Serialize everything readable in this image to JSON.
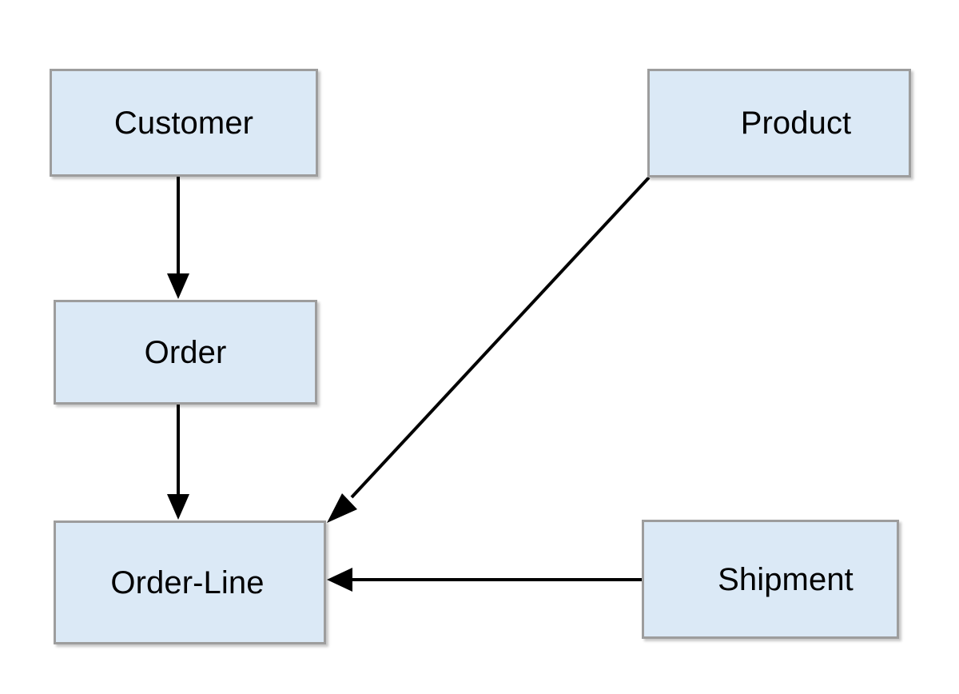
{
  "diagram": {
    "type": "entity-relationship-flow",
    "background_color": "#ffffff",
    "node_fill_color": "#dbe9f6",
    "node_border_color": "#9d9d9d",
    "edge_color": "#000000",
    "text_color": "#000000",
    "nodes": [
      {
        "id": "customer",
        "label": "Customer"
      },
      {
        "id": "order",
        "label": "Order"
      },
      {
        "id": "orderline",
        "label": "Order-Line"
      },
      {
        "id": "product",
        "label": "Product"
      },
      {
        "id": "shipment",
        "label": "Shipment"
      }
    ],
    "edges": [
      {
        "id": "customer-to-order",
        "from": "Customer",
        "to": "Order",
        "style": "straight-vertical",
        "arrowhead": "filled-triangle"
      },
      {
        "id": "order-to-orderline",
        "from": "Order",
        "to": "Order-Line",
        "style": "straight-vertical",
        "arrowhead": "filled-triangle"
      },
      {
        "id": "product-to-orderline",
        "from": "Product",
        "to": "Order-Line",
        "style": "straight-diagonal",
        "arrowhead": "filled-triangle"
      },
      {
        "id": "shipment-to-orderline",
        "from": "Shipment",
        "to": "Order-Line",
        "style": "straight-horizontal",
        "arrowhead": "filled-triangle"
      }
    ]
  }
}
